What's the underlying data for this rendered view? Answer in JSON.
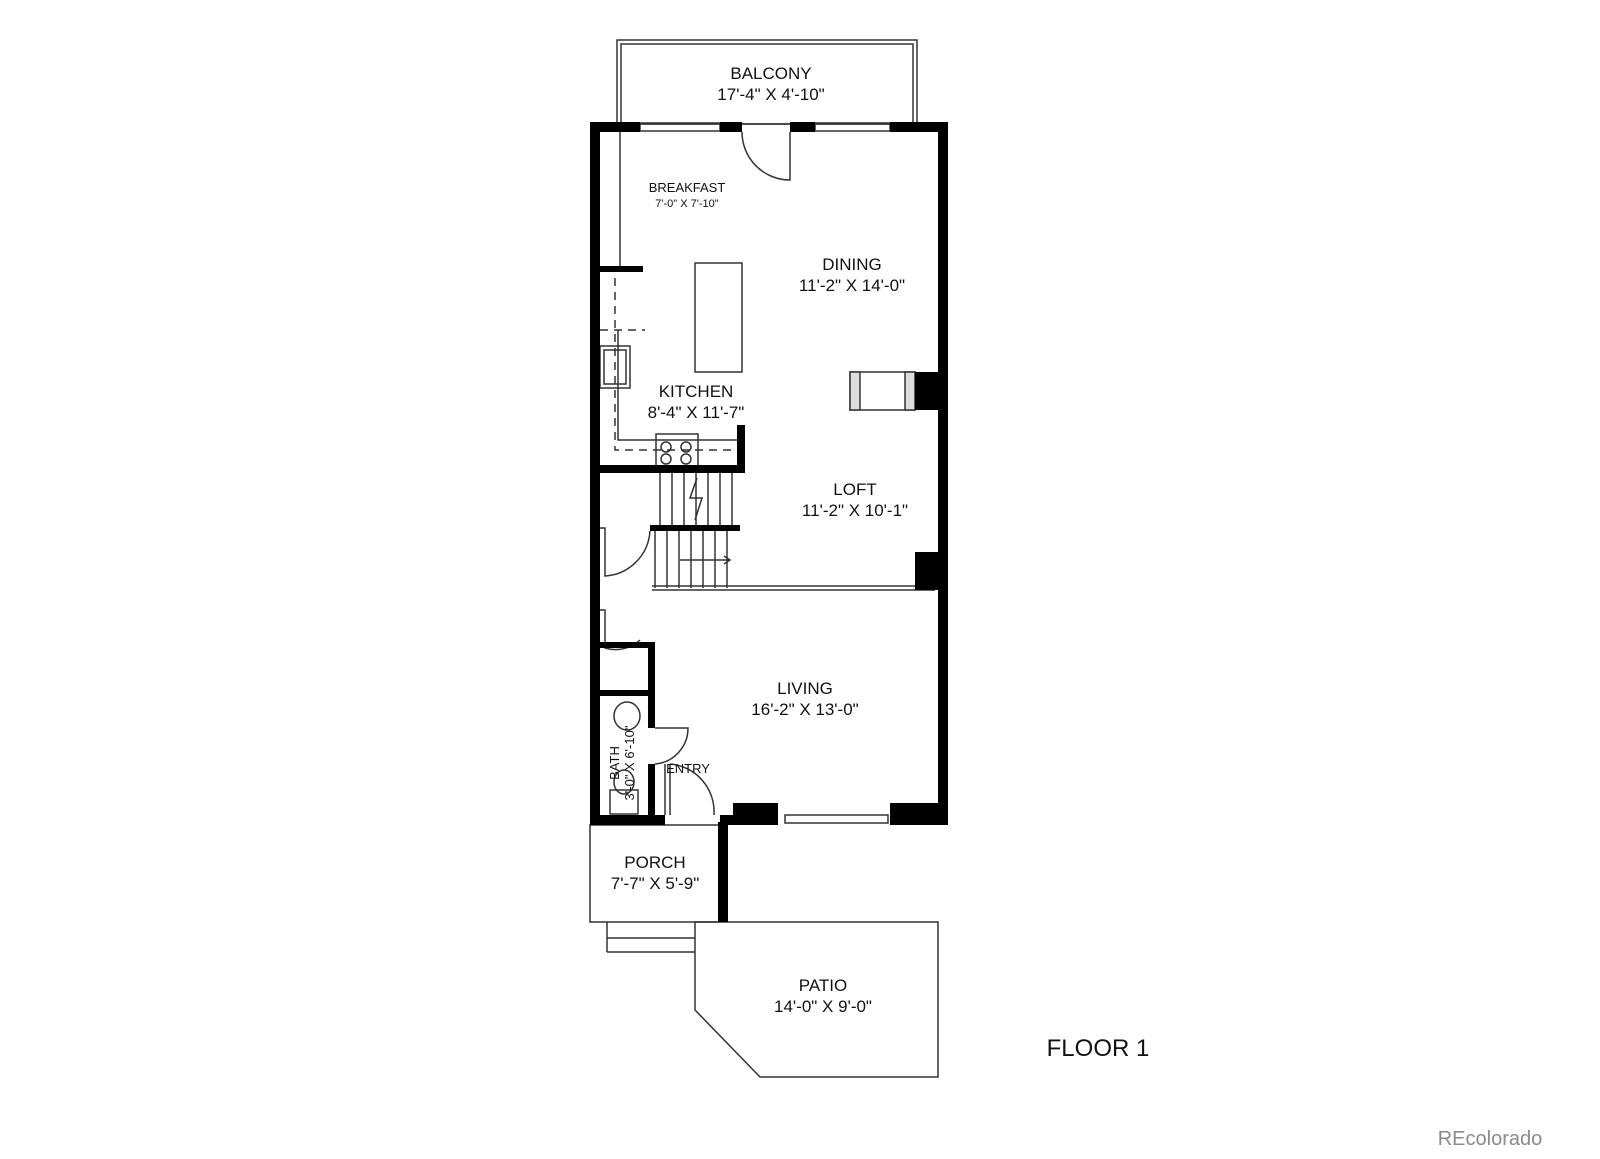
{
  "rooms": {
    "balcony": {
      "name": "BALCONY",
      "size": "17'-4\" X 4'-10\""
    },
    "breakfast": {
      "name": "BREAKFAST",
      "size": "7'-0\" X 7'-10\""
    },
    "dining": {
      "name": "DINING",
      "size": "11'-2\" X 14'-0\""
    },
    "kitchen": {
      "name": "KITCHEN",
      "size": "8'-4\" X 11'-7\""
    },
    "loft": {
      "name": "LOFT",
      "size": "11'-2\" X 10'-1\""
    },
    "living": {
      "name": "LIVING",
      "size": "16'-2\" X 13'-0\""
    },
    "entry": {
      "name": "ENTRY"
    },
    "bath": {
      "name": "BATH",
      "size": "3'-0\" X 6'-10\""
    },
    "porch": {
      "name": "PORCH",
      "size": "7'-7\" X 5'-9\""
    },
    "patio": {
      "name": "PATIO",
      "size": "14'-0\" X 9'-0\""
    }
  },
  "floor_label": "FLOOR 1",
  "watermark": "REcolorado",
  "colors": {
    "wall": "#000000",
    "line": "#333333",
    "watermark": "#8a8a8a"
  }
}
